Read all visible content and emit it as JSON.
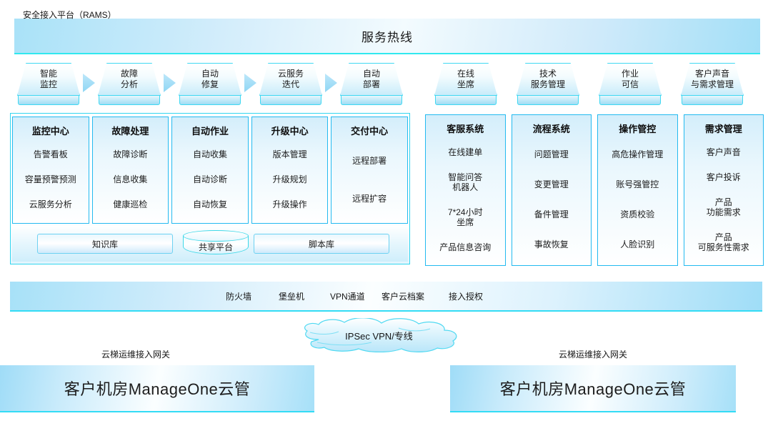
{
  "hotline": {
    "title": "服务热线"
  },
  "process_left": [
    {
      "line1": "智能",
      "line2": "监控"
    },
    {
      "line1": "故障",
      "line2": "分析"
    },
    {
      "line1": "自动",
      "line2": "修复"
    },
    {
      "line1": "云服务",
      "line2": "迭代"
    },
    {
      "line1": "自动",
      "line2": "部署"
    }
  ],
  "process_right": [
    {
      "line1": "在线",
      "line2": "坐席"
    },
    {
      "line1": "技术",
      "line2": "服务管理"
    },
    {
      "line1": "作业",
      "line2": "可信"
    },
    {
      "line1": "客户声音",
      "line2": "与需求管理"
    }
  ],
  "cards_left": [
    {
      "title": "监控中心",
      "items": [
        "告警看板",
        "容量预警预测",
        "云服务分析"
      ]
    },
    {
      "title": "故障处理",
      "items": [
        "故障诊断",
        "信息收集",
        "健康巡检"
      ]
    },
    {
      "title": "自动作业",
      "items": [
        "自动收集",
        "自动诊断",
        "自动恢复"
      ]
    },
    {
      "title": "升级中心",
      "items": [
        "版本管理",
        "升级规划",
        "升级操作"
      ]
    },
    {
      "title": "交付中心",
      "items": [
        "远程部署",
        "远程扩容"
      ]
    }
  ],
  "cards_right": [
    {
      "title": "客服系统",
      "items": [
        "在线建单",
        "智能问答\n机器人",
        "7*24小时\n坐席",
        "产品信息咨询"
      ]
    },
    {
      "title": "流程系统",
      "items": [
        "问题管理",
        "变更管理",
        "备件管理",
        "事故恢复"
      ]
    },
    {
      "title": "操作管控",
      "items": [
        "高危操作管理",
        "账号强管控",
        "资质校验",
        "人脸识别"
      ]
    },
    {
      "title": "需求管理",
      "items": [
        "客户声音",
        "客户投诉",
        "产品\n功能需求",
        "产品\n可服务性需求"
      ]
    }
  ],
  "libraries": {
    "knowledge_base": "知识库",
    "shared_platform": "共享平台",
    "script_library": "脚本库"
  },
  "security": {
    "label": "安全接入平台（RAMS）",
    "items": [
      "防火墙",
      "堡垒机",
      "VPN通道",
      "客户云档案",
      "接入授权"
    ]
  },
  "cloud": {
    "label": "IPSec VPN/专线"
  },
  "gateways": [
    {
      "caption": "云梯运维接入网关",
      "title": "客户机房ManageOne云管"
    },
    {
      "caption": "云梯运维接入网关",
      "title": "客户机房ManageOne云管"
    }
  ],
  "colors": {
    "accent_cyan": "#31e8ef",
    "border_blue": "#23baf0",
    "banner_blue": "#a9e2f8",
    "card_fill": "#d4eefb"
  }
}
